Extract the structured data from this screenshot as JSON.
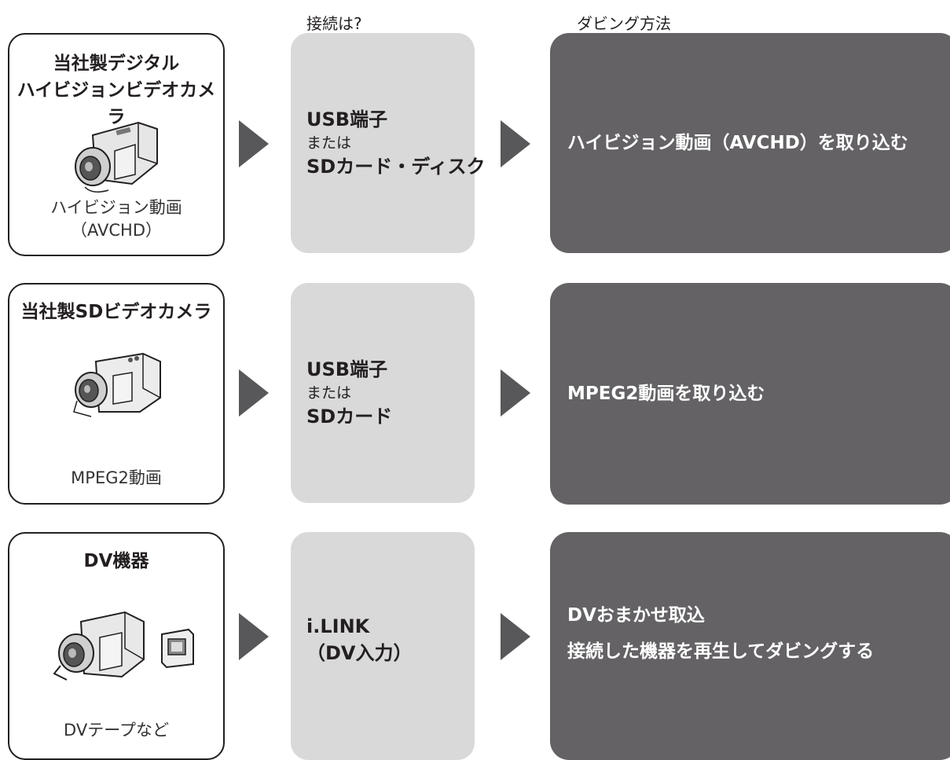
{
  "headers": {
    "connection": "接続は?",
    "method": "ダビング方法"
  },
  "rows": [
    {
      "device_title": "当社製デジタル\nハイビジョンビデオカメラ",
      "device_sub": "ハイビジョン動画\n（AVCHD）",
      "device_icon": "hd-camcorder-icon",
      "conn_line1": "USB端子",
      "conn_line2": "または",
      "conn_line3": "SDカード・ディスク",
      "method_line1": "ハイビジョン動画（AVCHD）を取り込む",
      "method_line2": ""
    },
    {
      "device_title": "当社製SDビデオカメラ",
      "device_sub": "MPEG2動画",
      "device_icon": "sd-camcorder-icon",
      "conn_line1": "USB端子",
      "conn_line2": "または",
      "conn_line3": "SDカード",
      "method_line1": "MPEG2動画を取り込む",
      "method_line2": ""
    },
    {
      "device_title": "DV機器",
      "device_sub": "DVテープなど",
      "device_icon": "dv-camcorder-icon",
      "conn_line1": "i.LINK",
      "conn_line2": "",
      "conn_line3": "（DV入力）",
      "method_line1": "DVおまかせ取込",
      "method_line2": "接続した機器を再生してダビングする"
    }
  ],
  "colors": {
    "connection_box": "#d9d9d9",
    "method_box": "#646265",
    "arrow": "#58585a"
  }
}
